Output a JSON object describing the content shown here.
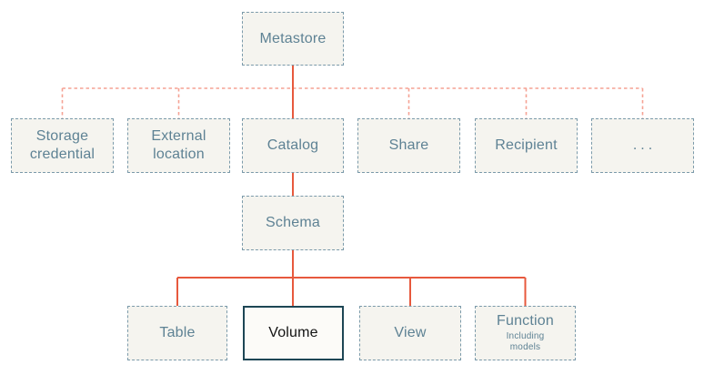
{
  "diagram": {
    "description": "Metastore object hierarchy diagram",
    "nodes": {
      "metastore": {
        "label": "Metastore"
      },
      "storage_credential": {
        "label": "Storage credential"
      },
      "external_location": {
        "label": "External location"
      },
      "catalog": {
        "label": "Catalog"
      },
      "share": {
        "label": "Share"
      },
      "recipient": {
        "label": "Recipient"
      },
      "ellipsis": {
        "label": "..."
      },
      "schema": {
        "label": "Schema"
      },
      "table": {
        "label": "Table"
      },
      "volume": {
        "label": "Volume",
        "highlighted": true
      },
      "view": {
        "label": "View"
      },
      "function": {
        "label": "Function",
        "sublabel": "Including models"
      }
    },
    "colors": {
      "solid_connector": "#e7593d",
      "dashed_connector": "#f5a294",
      "node_border": "#7b9aaa",
      "node_fill": "#f5f4ef",
      "node_text": "#5e8294",
      "highlight_border": "#1d4655",
      "highlight_fill": "#fcfbf8",
      "highlight_text": "#131313",
      "background": "#ffffff"
    }
  }
}
